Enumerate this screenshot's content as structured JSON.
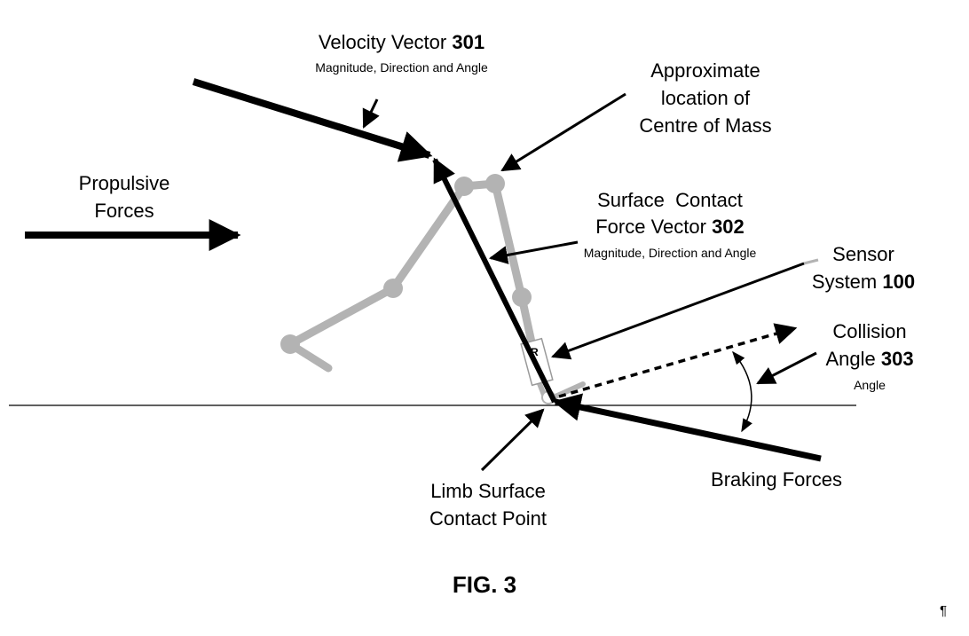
{
  "labels": {
    "velocity_vector": {
      "title": "Velocity Vector",
      "number": "301",
      "subtitle": "Magnitude, Direction and Angle"
    },
    "centre_of_mass": {
      "line1": "Approximate",
      "line2": "location of",
      "line3": "Centre of Mass"
    },
    "propulsive_forces": {
      "line1": "Propulsive",
      "line2": "Forces"
    },
    "surface_contact_force": {
      "line1": "Surface  Contact",
      "line2_title": "Force Vector",
      "number": "302",
      "subtitle": "Magnitude, Direction and Angle"
    },
    "sensor_system": {
      "line1": "Sensor",
      "line2_title": "System",
      "number": "100"
    },
    "collision_angle": {
      "line1": "Collision",
      "line2_title": "Angle",
      "number": "303",
      "subtitle": "Angle"
    },
    "limb_contact": {
      "line1": "Limb Surface",
      "line2": "Contact Point"
    },
    "braking_forces": {
      "text": "Braking Forces"
    },
    "sensor_marker": {
      "text": "R"
    }
  },
  "figure_caption": "FIG. 3",
  "pilcrow": "¶",
  "colors": {
    "ink": "#000000",
    "limb_gray": "#b3b3b3",
    "sensor_box_gray": "#9a9a9a"
  }
}
